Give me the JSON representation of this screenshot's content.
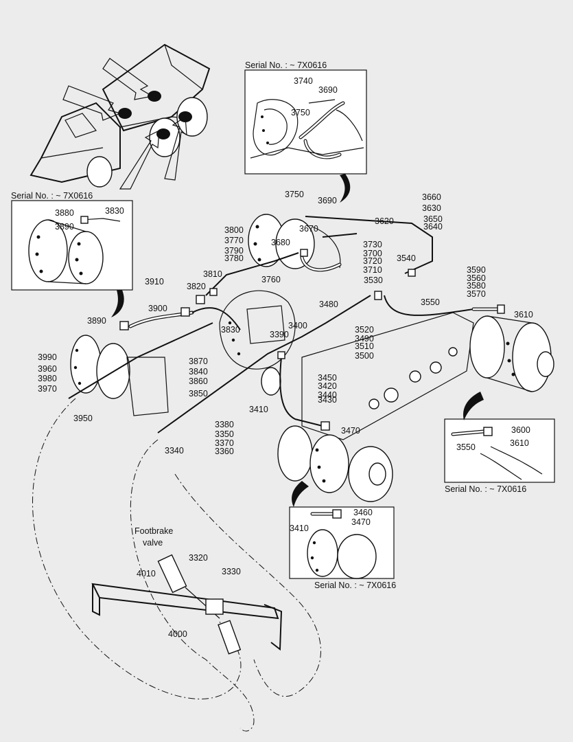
{
  "serial_notes": {
    "top_inset": "Serial No. : ~ 7X0616",
    "left_inset": "Serial No. : ~ 7X0616",
    "right_inset": "Serial No. : ~ 7X0616",
    "bottom_inset": "Serial No. : ~ 7X0616"
  },
  "footbrake_label": [
    "Footbrake",
    "valve"
  ],
  "part_numbers": [
    "3740",
    "3690",
    "3750",
    "3880",
    "3830",
    "3890",
    "3750",
    "3690",
    "3620",
    "3660",
    "3630",
    "3650",
    "3640",
    "3800",
    "3770",
    "3790",
    "3780",
    "3670",
    "3680",
    "3730",
    "3700",
    "3720",
    "3710",
    "3540",
    "3590",
    "3560",
    "3580",
    "3570",
    "3910",
    "3810",
    "3820",
    "3760",
    "3530",
    "3900",
    "3480",
    "3550",
    "3610",
    "3890",
    "3830",
    "3400",
    "3390",
    "3520",
    "3490",
    "3510",
    "3500",
    "3990",
    "3960",
    "3980",
    "3970",
    "3870",
    "3840",
    "3860",
    "3850",
    "3950",
    "3450",
    "3420",
    "3440",
    "3430",
    "3410",
    "3600",
    "3610",
    "3550",
    "3380",
    "3350",
    "3370",
    "3360",
    "3470",
    "3340",
    "3460",
    "3470",
    "3410",
    "3320",
    "4010",
    "3330",
    "4000"
  ]
}
